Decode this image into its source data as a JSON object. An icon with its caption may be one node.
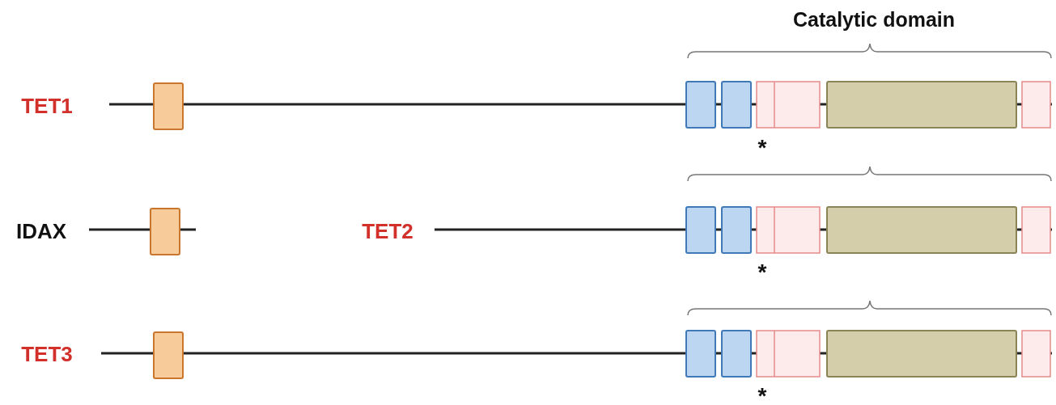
{
  "diagram": {
    "labels": [
      "Catalytic domain",
      "TET1",
      "*",
      "IDAX",
      "TET2",
      "*",
      "TET3",
      "*"
    ]
  }
}
